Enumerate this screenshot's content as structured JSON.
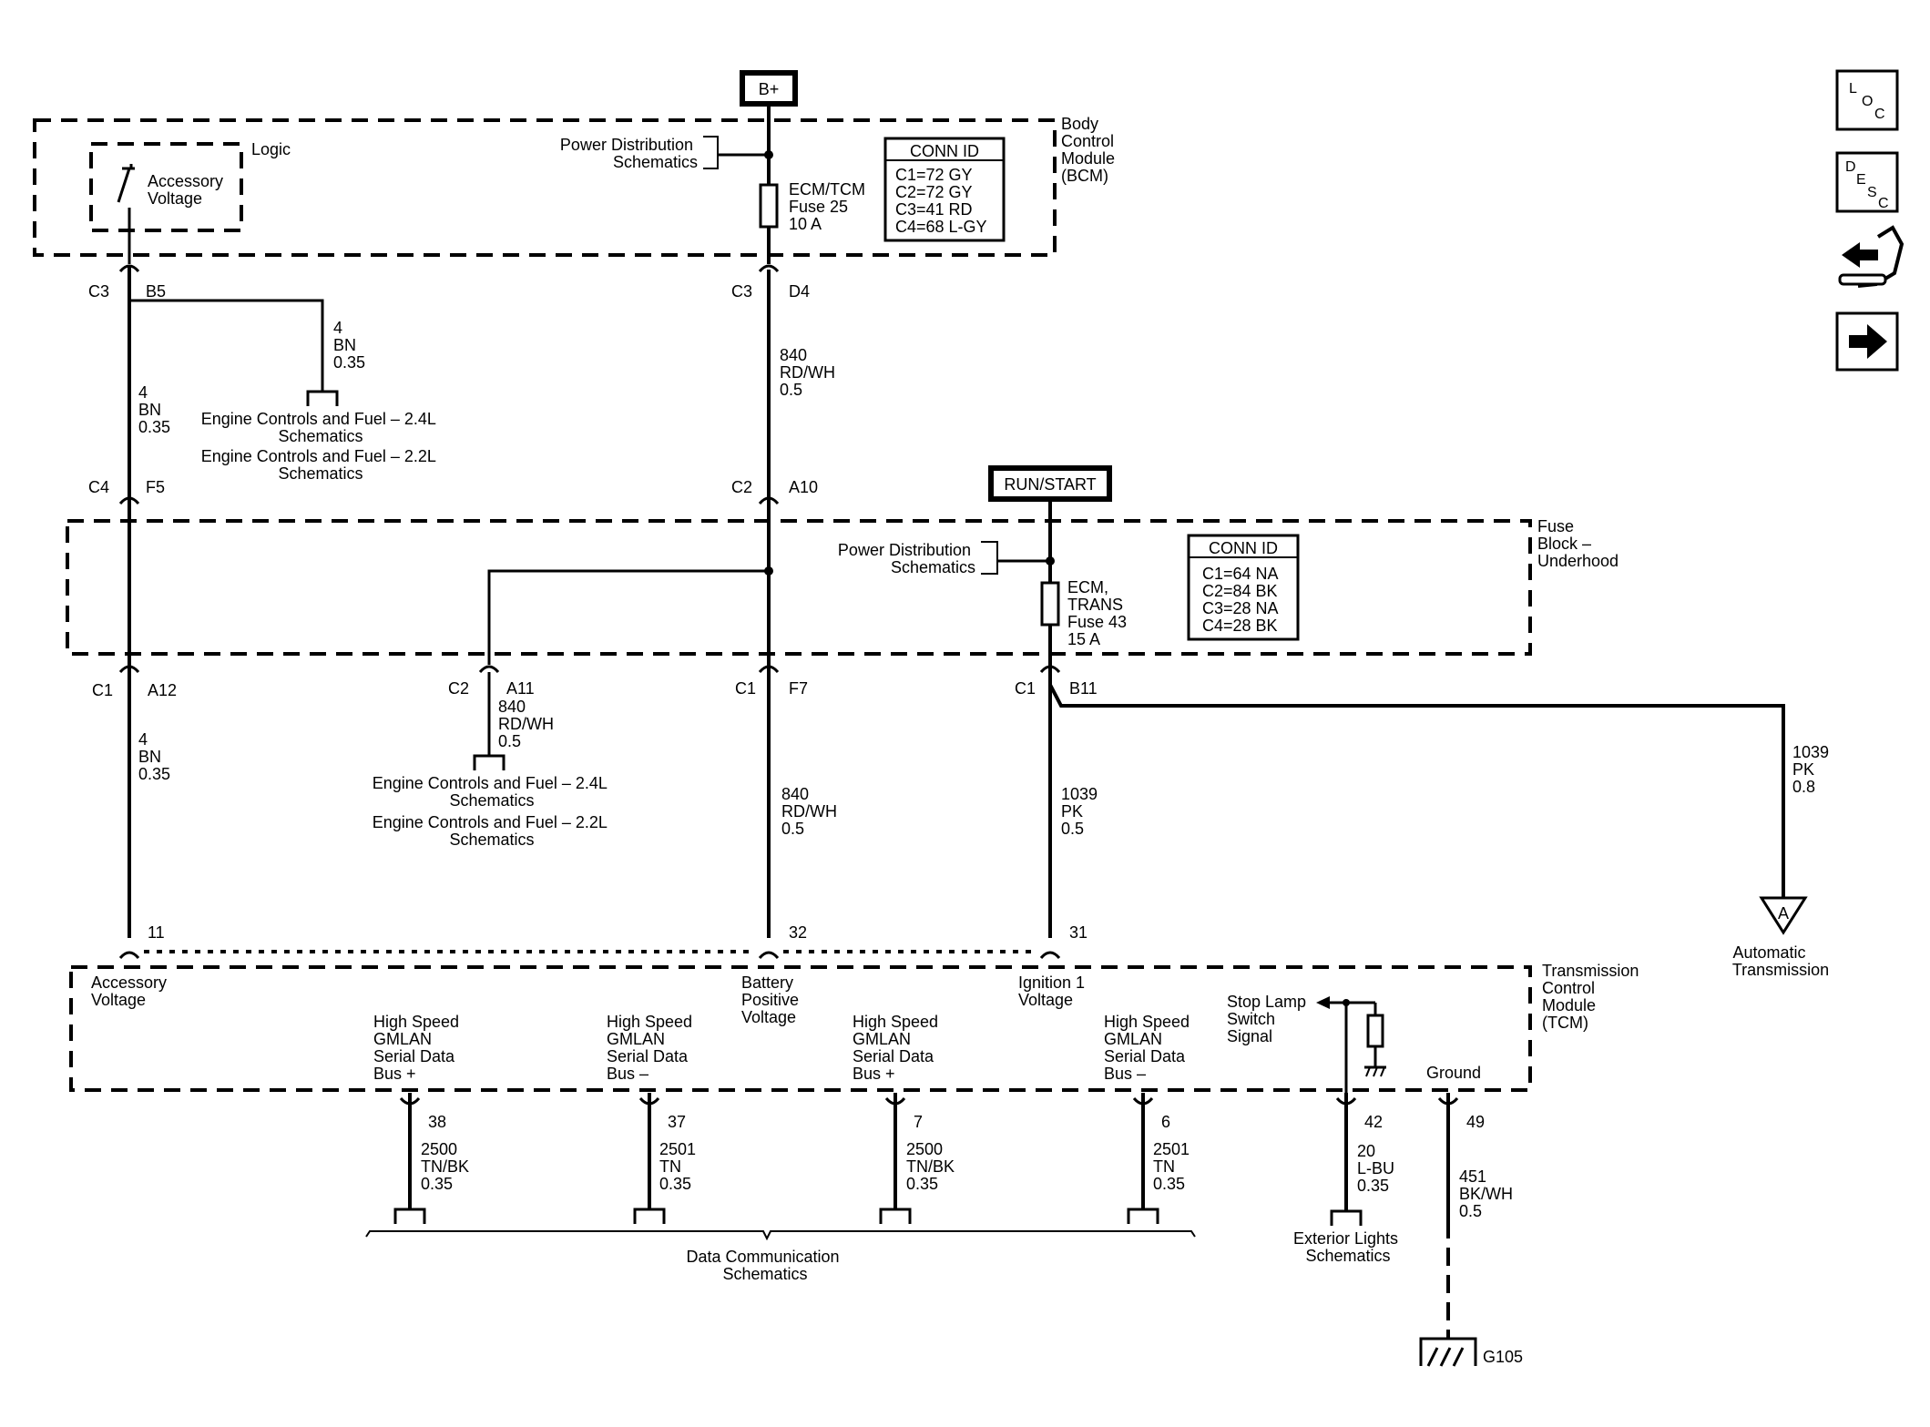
{
  "power_labels": {
    "b_plus": "B+",
    "run_start": "RUN/START"
  },
  "bcm": {
    "label": [
      "Body",
      "Control",
      "Module",
      "(BCM)"
    ],
    "logic": "Logic",
    "accessory_voltage": [
      "Accessory",
      "Voltage"
    ],
    "power_distribution": [
      "Power Distribution",
      "Schematics"
    ],
    "fuse": [
      "ECM/TCM",
      "Fuse 25",
      "10 A"
    ],
    "conn_title": "CONN ID",
    "conn_rows": [
      "C1=72 GY",
      "C2=72 GY",
      "C3=41 RD",
      "C4=68 L-GY"
    ]
  },
  "fuse_block": {
    "label": [
      "Fuse",
      "Block –",
      "Underhood"
    ],
    "power_distribution": [
      "Power Distribution",
      "Schematics"
    ],
    "fuse": [
      "ECM,",
      "TRANS",
      "Fuse 43",
      "15 A"
    ],
    "conn_title": "CONN ID",
    "conn_rows": [
      "C1=64 NA",
      "C2=84 BK",
      "C3=28 NA",
      "C4=28 BK"
    ]
  },
  "connectors": {
    "c3": "C3",
    "b5": "B5",
    "d4": "D4",
    "c4": "C4",
    "f5": "F5",
    "c2": "C2",
    "a10": "A10",
    "c1": "C1",
    "a12": "A12",
    "a11": "A11",
    "f7": "F7",
    "b11": "B11"
  },
  "wires": {
    "bn4_035": [
      "4",
      "BN",
      "0.35"
    ],
    "rdwh840_05": [
      "840",
      "RD/WH",
      "0.5"
    ],
    "pk1039_05": [
      "1039",
      "PK",
      "0.5"
    ],
    "pk1039_08": [
      "1039",
      "PK",
      "0.8"
    ],
    "tnbk2500": [
      "2500",
      "TN/BK",
      "0.35"
    ],
    "tn2501": [
      "2501",
      "TN",
      "0.35"
    ],
    "lbu20": [
      "20",
      "L-BU",
      "0.35"
    ],
    "bkwh451": [
      "451",
      "BK/WH",
      "0.5"
    ]
  },
  "refs": {
    "engine_24": [
      "Engine Controls and Fuel – 2.4L",
      "Schematics"
    ],
    "engine_22": [
      "Engine Controls and Fuel – 2.2L",
      "Schematics"
    ],
    "data_comm": [
      "Data Communication",
      "Schematics"
    ],
    "exterior_lights": [
      "Exterior Lights",
      "Schematics"
    ],
    "automatic_transmission": [
      "Automatic",
      "Transmission"
    ],
    "offpage_a": "A",
    "ground_id": "G105"
  },
  "tcm": {
    "label": [
      "Transmission",
      "Control",
      "Module",
      "(TCM)"
    ],
    "pins": {
      "p11": "11",
      "p32": "32",
      "p31": "31",
      "p38": "38",
      "p37": "37",
      "p7": "7",
      "p6": "6",
      "p42": "42",
      "p49": "49"
    },
    "accessory_voltage": [
      "Accessory",
      "Voltage"
    ],
    "battery_positive": [
      "Battery",
      "Positive",
      "Voltage"
    ],
    "ignition1": [
      "Ignition 1",
      "Voltage"
    ],
    "gmlan_plus": [
      "High Speed",
      "GMLAN",
      "Serial Data",
      "Bus +"
    ],
    "gmlan_minus": [
      "High Speed",
      "GMLAN",
      "Serial Data",
      "Bus –"
    ],
    "stop_lamp": [
      "Stop Lamp",
      "Switch",
      "Signal"
    ],
    "ground": "Ground"
  },
  "nav": {
    "loc": [
      "L",
      "O",
      "C"
    ],
    "desc": [
      "D",
      "E",
      "S",
      "C"
    ],
    "icons": [
      "help-hand-icon",
      "arrow-right-icon"
    ]
  }
}
